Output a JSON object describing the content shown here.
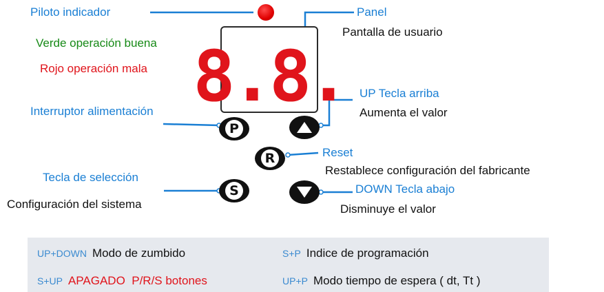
{
  "labels": {
    "piloto": "Piloto indicador",
    "verde": "Verde operación buena",
    "rojo": "Rojo operación mala",
    "interruptor": "Interruptor alimentación",
    "tecla_sel": "Tecla de selección",
    "config": "Configuración del sistema",
    "panel": "Panel",
    "pantalla": "Pantalla de usuario",
    "up": "UP Tecla arriba",
    "aumenta": "Aumenta el valor",
    "reset": "Reset",
    "restablece": "Restablece configuración del fabricante",
    "down": "DOWN Tecla abajo",
    "disminuye": "Disminuye el valor"
  },
  "display": {
    "digits": "8.8."
  },
  "buttons": {
    "p": "P",
    "r": "R",
    "s": "S"
  },
  "icons": {
    "up": "triangle-up-icon",
    "down": "triangle-down-icon"
  },
  "combos": [
    {
      "key": "UP+DOWN",
      "desc": "Modo de zumbido",
      "desc_color": "black"
    },
    {
      "key": "S+P",
      "desc": "Indice de programación",
      "desc_color": "black"
    },
    {
      "key": "S+UP",
      "desc": "APAGADO  P/R/S botones",
      "desc_color": "red"
    },
    {
      "key": "UP+P",
      "desc": "Modo tiempo de espera ( dt, Tt )",
      "desc_color": "black"
    }
  ],
  "colors": {
    "blue": "#1a7fd4",
    "green": "#178a17",
    "red": "#e0141b",
    "segment": "#e0141b",
    "led": "#e00000"
  }
}
